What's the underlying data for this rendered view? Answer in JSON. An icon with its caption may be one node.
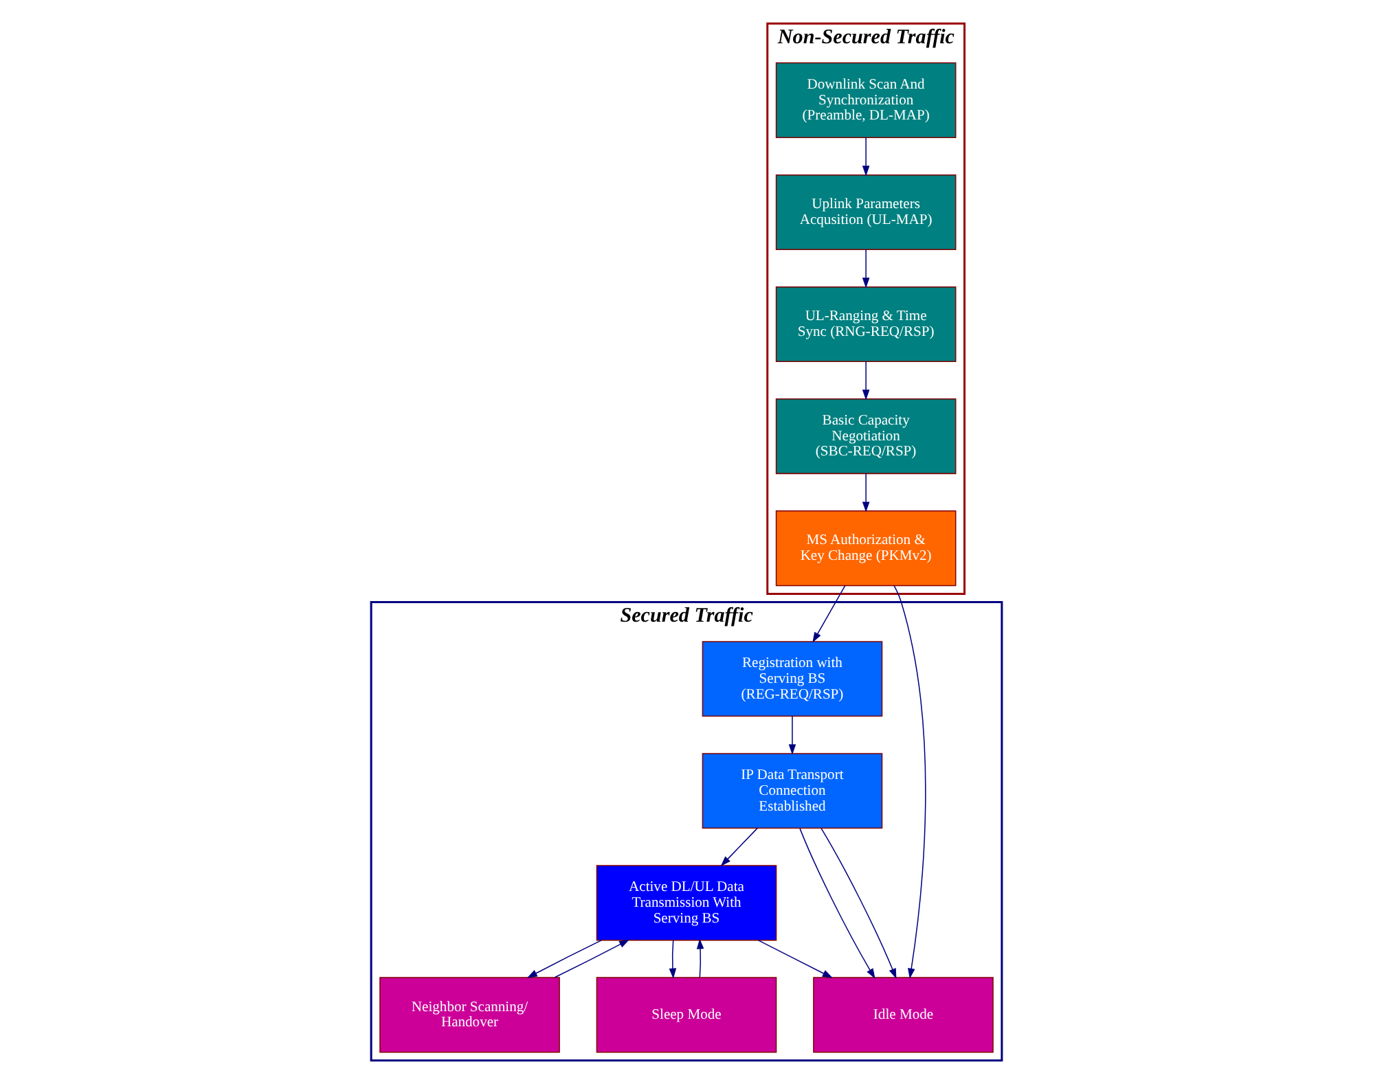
{
  "diagram": {
    "nodes": [
      {
        "text": [
          "Non-Secured Traffic"
        ]
      },
      {
        "text": [
          "Downlink Scan And Synchronization (Preamble, DL-MAP)"
        ],
        "in": 0
      },
      {
        "text": [
          "Uplink Parameters Acqusition (UL-MAP)"
        ],
        "in": 0
      },
      {
        "text": [
          "UL-Ranging & Time Sync (RNG-REQ/RSP)"
        ],
        "in": 0
      },
      {
        "text": [
          "Basic Capacity Negotiation (SBC-REQ/RSP)"
        ],
        "in": 0
      },
      {
        "text": [
          "MS Authorization & Key Change (PKMv2)"
        ],
        "in": 0
      },
      {
        "text": [
          "Secured Traffic"
        ]
      },
      {
        "text": [
          "Idle Mode"
        ],
        "in": 6
      },
      {
        "text": [
          "Registration with Serving BS (REG-REQ/RSP)"
        ],
        "in": 6
      },
      {
        "text": [
          "IP Data Transport Connection Established"
        ],
        "in": 6
      },
      {
        "text": [
          "Active DL/UL Data Transmission With Serving BS"
        ],
        "in": 6
      },
      {
        "text": [
          "Neighbor Scanning/ Handover"
        ],
        "in": 6
      },
      {
        "text": [
          "Sleep Mode"
        ],
        "in": 6
      }
    ],
    "edges": [
      {
        "from": 1,
        "to": 2,
        "arrow": "to"
      },
      {
        "from": 2,
        "to": 3,
        "arrow": "to"
      },
      {
        "from": 3,
        "to": 4,
        "arrow": "to"
      },
      {
        "from": 4,
        "to": 5,
        "arrow": "to"
      },
      {
        "from": 5,
        "to": 7,
        "arrow": "to"
      },
      {
        "from": 5,
        "to": 8,
        "arrow": "to"
      },
      {
        "from": 8,
        "to": 9,
        "arrow": "to"
      },
      {
        "from": 9,
        "to": 7,
        "arrow": "to"
      },
      {
        "from": 9,
        "to": 7,
        "arrow": "to"
      },
      {
        "from": 9,
        "to": 10,
        "arrow": "to"
      },
      {
        "from": 10,
        "to": 11,
        "arrow": "to"
      },
      {
        "from": 10,
        "to": 12,
        "arrow": "to"
      },
      {
        "from": 10,
        "to": 7,
        "arrow": "to"
      },
      {
        "from": 11,
        "to": 10,
        "arrow": "to"
      },
      {
        "from": 12,
        "to": 10,
        "arrow": "to"
      }
    ]
  }
}
